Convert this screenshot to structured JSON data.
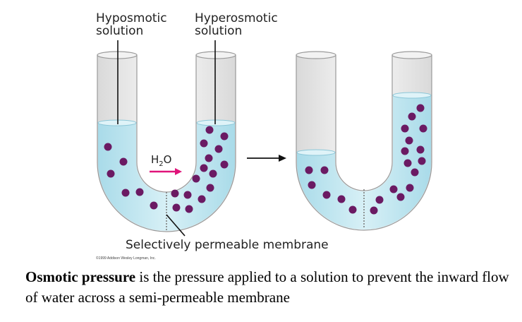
{
  "labels": {
    "hyposmotic": [
      "Hyposmotic",
      "solution"
    ],
    "hyperosmotic": [
      "Hyperosmotic",
      "solution"
    ],
    "h2o": "H",
    "h2o_sub": "2",
    "h2o_tail": "O",
    "membrane": "Selectively permeable membrane",
    "copyright": "©1999 Addison Wesley Longman, Inc."
  },
  "caption": {
    "term": "Osmotic pressure",
    "text": " is the pressure applied to a solution to prevent the inward flow of water across a semi-permeable membrane"
  },
  "colors": {
    "water": "#c4e6f0",
    "glass": "#e8e8e8",
    "solute": "#6b1a63",
    "arrow_h2o": "#e0147a"
  }
}
